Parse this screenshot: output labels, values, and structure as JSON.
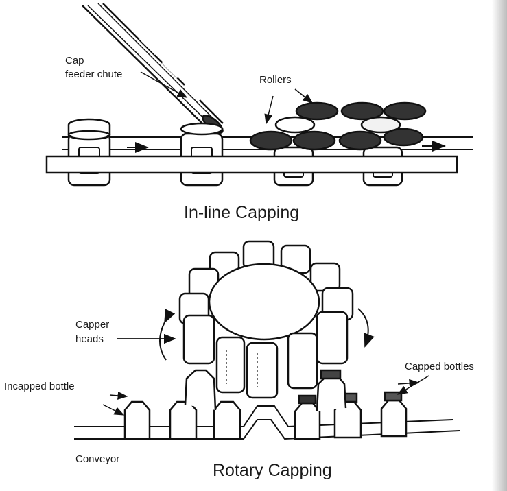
{
  "inline": {
    "title": "In-line Capping",
    "cap_label_line1": "Cap",
    "cap_label_line2": "feeder chute",
    "rollers_label": "Rollers"
  },
  "rotary": {
    "title": "Rotary Capping",
    "capper_label_line1": "Capper",
    "capper_label_line2": "heads",
    "uncapped_label": "Incapped bottle",
    "capped_label": "Capped bottles",
    "conveyor_label": "Conveyor"
  }
}
